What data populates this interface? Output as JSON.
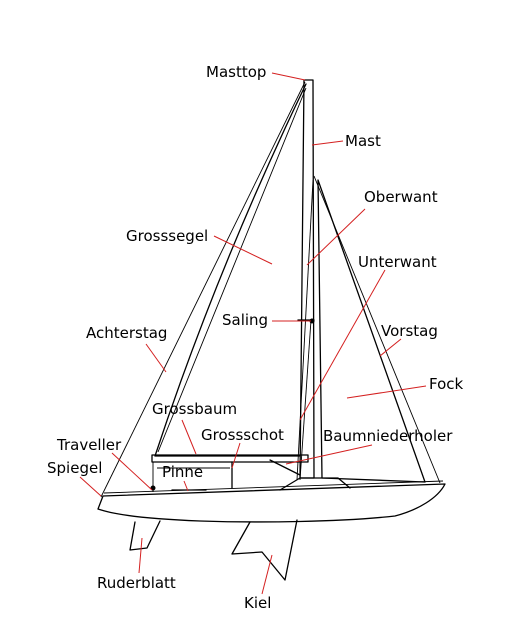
{
  "colors": {
    "leader": "#d42020",
    "outline": "#000000",
    "background": "#ffffff"
  },
  "labels": {
    "masttop": "Masttop",
    "mast": "Mast",
    "oberwant": "Oberwant",
    "grosssegel": "Grosssegel",
    "unterwant": "Unterwant",
    "saling": "Saling",
    "achterstag": "Achterstag",
    "vorstag": "Vorstag",
    "fock": "Fock",
    "grossbaum": "Grossbaum",
    "grossschot": "Grossschot",
    "baumniederholer": "Baumniederholer",
    "traveller": "Traveller",
    "spiegel": "Spiegel",
    "pinne": "Pinne",
    "ruderblatt": "Ruderblatt",
    "kiel": "Kiel"
  }
}
